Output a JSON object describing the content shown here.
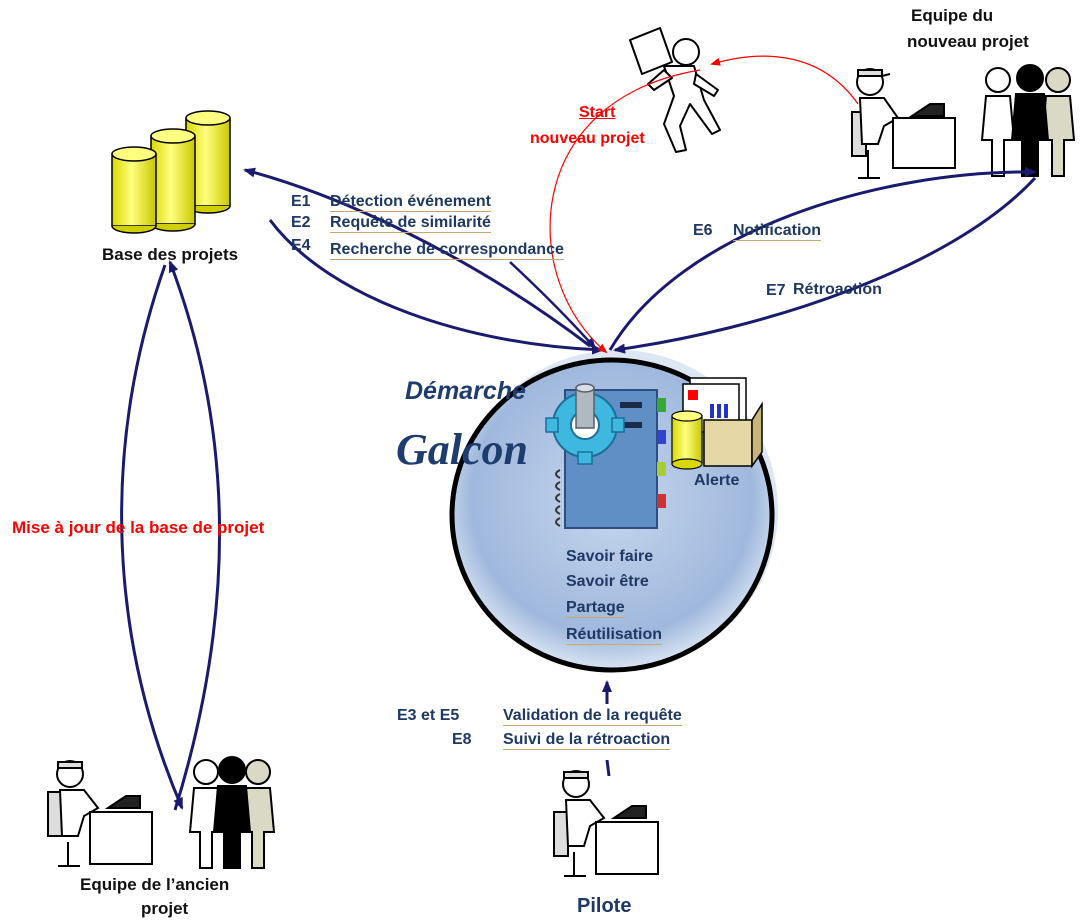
{
  "nodes": {
    "new_team": {
      "label_line1": "Equipe du",
      "label_line2": "nouveau projet"
    },
    "project_base": {
      "label": "Base des projets"
    },
    "old_team": {
      "label_line1": "Equipe de l’ancien",
      "label_line2": "projet"
    },
    "pilot": {
      "label": "Pilote"
    },
    "alert": {
      "label": "Alerte"
    }
  },
  "start": {
    "line1": "Start",
    "line2": "nouveau projet"
  },
  "center": {
    "title_line1": "Démarche",
    "title_line2": "Galcon",
    "items": [
      "Savoir faire",
      "Savoir être",
      "Partage",
      "Réutilisation"
    ]
  },
  "events": {
    "e1": {
      "code": "E1",
      "text": "Détection événement"
    },
    "e2": {
      "code": "E2",
      "text": "Requête de similarité"
    },
    "e4": {
      "code": "E4",
      "text": "Recherche de correspondance"
    },
    "e6": {
      "code": "E6",
      "text": "Notification"
    },
    "e7": {
      "code": "E7",
      "text": "Rétroaction"
    },
    "e3e5": {
      "code": "E3 et E5",
      "text": "Validation de la requête"
    },
    "e8": {
      "code": "E8",
      "text": "Suivi de la rétroaction"
    }
  },
  "update_label": "Mise à jour de la base de projet",
  "colors": {
    "navy": "#1a1a6e",
    "red": "#ff0000",
    "circle_fill": "#a9c1e0",
    "db_yellow": "#ffff66"
  }
}
